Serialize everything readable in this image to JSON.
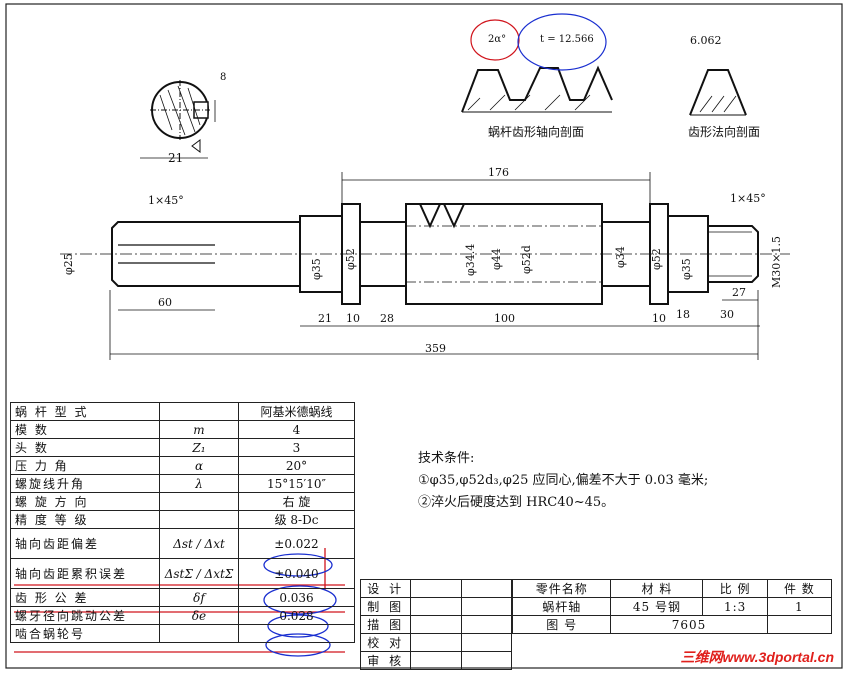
{
  "drawing": {
    "cross_section": {
      "dim_width": "21",
      "dim_keyway": "8"
    },
    "tooth_axial_section": {
      "caption": "蜗杆齿形轴向剖面",
      "dim_angle": "2α°",
      "dim_pitch": "t = 12.566"
    },
    "tooth_normal_section": {
      "caption": "齿形法向剖面",
      "dim_thickness": "6.062"
    },
    "shaft": {
      "chamfer_left": "1×45°",
      "chamfer_right": "1×45°",
      "dim_worm_span": "176",
      "dim_total": "359",
      "dim_60": "60",
      "dim_21": "21",
      "dim_10a": "10",
      "dim_28": "28",
      "dim_100": "100",
      "dim_10b": "10",
      "dim_18": "18",
      "dim_30": "30",
      "dim_27": "27",
      "dia_25": "φ25",
      "dia_35_left": "φ35",
      "dia_52_left": "φ52",
      "dia_34_4": "φ34.4",
      "dia_44": "φ44",
      "dia_52d": "φ52d",
      "dia_34": "φ34",
      "dia_52_right": "φ52",
      "dia_35_right": "φ35",
      "thread": "M30×1.5"
    }
  },
  "spec_table": {
    "header": {
      "label": "蜗 杆 型 式",
      "value": "阿基米德蜗线"
    },
    "rows": [
      {
        "label": "模 数",
        "symbol": "m",
        "value": "4"
      },
      {
        "label": "头 数",
        "symbol": "Z₁",
        "value": "3"
      },
      {
        "label": "压 力 角",
        "symbol": "α",
        "value": "20°"
      },
      {
        "label": "螺旋线升角",
        "symbol": "λ",
        "value": "15°15′10″"
      },
      {
        "label": "螺 旋 方 向",
        "symbol": "",
        "value": "右 旋"
      },
      {
        "label": "精 度 等 级",
        "symbol": "",
        "value": "级 8-Dc"
      },
      {
        "label": "轴向齿距偏差",
        "symbol": "Δst / Δxt",
        "value": "±0.022"
      },
      {
        "label": "轴向齿距累积误差",
        "symbol": "ΔstΣ / ΔxtΣ",
        "value": "±0.040"
      },
      {
        "label": "齿 形 公 差",
        "symbol": "δf",
        "value": "0.036"
      },
      {
        "label": "螺牙径向跳动公差",
        "symbol": "δe",
        "value": "0.028"
      },
      {
        "label": "啮合蜗轮号",
        "symbol": "",
        "value": ""
      }
    ]
  },
  "requirements": {
    "heading": "技术条件:",
    "item1": "①φ35,φ52d₃,φ25 应同心,偏差不大于 0.03 毫米;",
    "item2": "②淬火后硬度达到 HRC40~45。"
  },
  "sign_block": [
    "设 计",
    "制 图",
    "描 图",
    "校 对",
    "审 核"
  ],
  "title_block": {
    "headers": [
      "零件名称",
      "材 料",
      "比 例",
      "件 数"
    ],
    "values": [
      "蜗杆轴",
      "45 号钢",
      "1:3",
      "1"
    ],
    "drawing_no_label": "图 号",
    "drawing_no": "7605"
  },
  "watermark": "三维网www.3dportal.cn",
  "colors": {
    "ink": "#111111",
    "annotation_blue": "#1a2fd0",
    "annotation_red": "#d0141c"
  }
}
